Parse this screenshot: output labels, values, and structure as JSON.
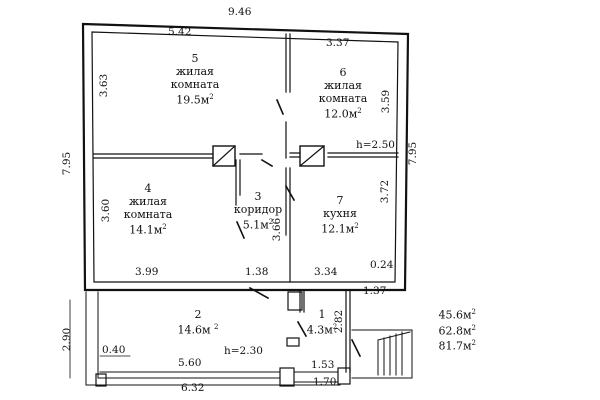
{
  "overall": {
    "top": "9.46",
    "left_upper": "7.95",
    "right": "7.95",
    "left_lower": "2.90"
  },
  "dims": {
    "d542": "5.42",
    "d337": "3.37",
    "d363": "3.63",
    "d359": "3.59",
    "d250": "h=2.50",
    "d360": "3.60",
    "d366": "3.66",
    "d372": "3.72",
    "d399": "3.99",
    "d138": "1.38",
    "d334": "3.34",
    "d024": "0.24",
    "d137": "1.37",
    "d282": "2.82",
    "d040": "0.40",
    "d560": "5.60",
    "d230": "h=2.30",
    "d153": "1.53",
    "d632": "6.32",
    "d170": "1.70"
  },
  "rooms": [
    {
      "num": "5",
      "line1": "жилая",
      "line2": "комната",
      "area": "19.5м"
    },
    {
      "num": "6",
      "line1": "жилая",
      "line2": "комната",
      "area": "12.0м"
    },
    {
      "num": "4",
      "line1": "жилая",
      "line2": "комната",
      "area": "14.1м"
    },
    {
      "num": "3",
      "line1": "коридор",
      "line2": "",
      "area": "5.1м"
    },
    {
      "num": "7",
      "line1": "кухня",
      "line2": "",
      "area": "12.1м"
    },
    {
      "num": "2",
      "line1": "",
      "line2": "",
      "area": "14.6м"
    },
    {
      "num": "1",
      "line1": "",
      "line2": "",
      "area": "4.3м"
    }
  ],
  "sup2": "2",
  "totals": [
    "45.6м",
    "62.8м",
    "81.7м"
  ]
}
